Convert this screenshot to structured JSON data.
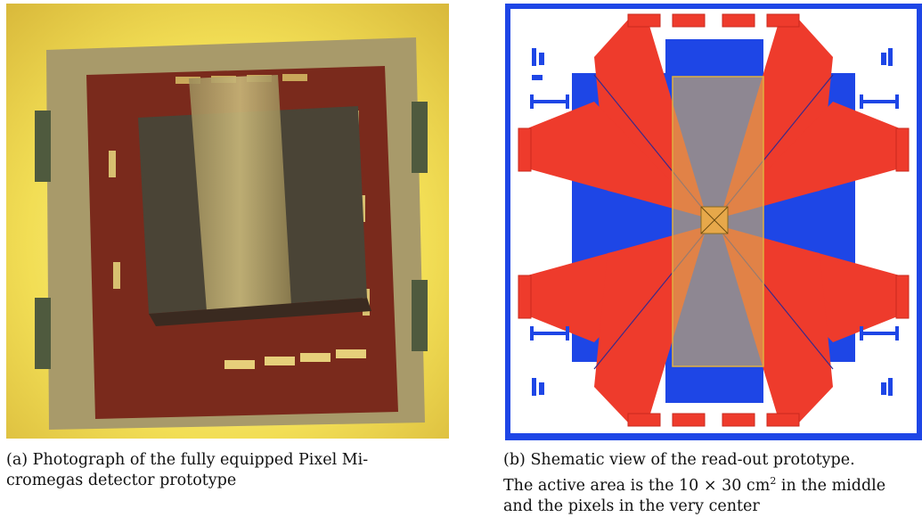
{
  "figures": [
    {
      "tag": "(a)",
      "caption_lines": [
        "Photograph of the fully equipped Pixel Mi-",
        "cromegas detector prototype"
      ]
    },
    {
      "tag": "(b)",
      "caption_lines": [
        "Shematic view of the read-out prototype.",
        "The active area is the 10 × 30 cm",
        "in the middle",
        "and the pixels in the very center"
      ],
      "superscript": "2"
    }
  ],
  "colors": {
    "photo_glow": "#f4e35a",
    "pcb_copper": "#7a2a1c",
    "schematic_blue": "#1e46e6",
    "schematic_red": "#ee3b2c",
    "active_overlay": "#d9b25a"
  }
}
